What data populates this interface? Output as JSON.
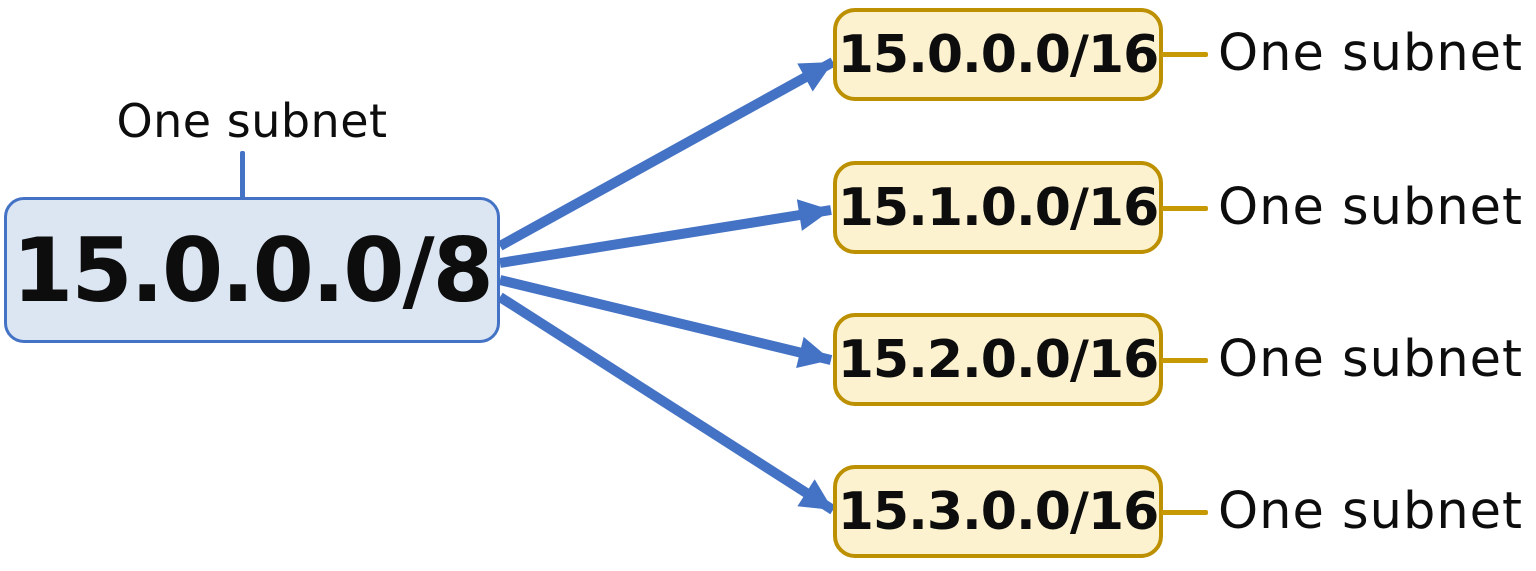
{
  "diagram": {
    "source": {
      "label": "15.0.0.0/8",
      "annotation": "One subnet"
    },
    "subnets": [
      {
        "label": "15.0.0.0/16",
        "annotation": "One subnet"
      },
      {
        "label": "15.1.0.0/16",
        "annotation": "One subnet"
      },
      {
        "label": "15.2.0.0/16",
        "annotation": "One subnet"
      },
      {
        "label": "15.3.0.0/16",
        "annotation": "One subnet"
      }
    ],
    "colors": {
      "arrow_blue": "#4472C4",
      "source_fill": "#DCE6F3",
      "source_border": "#4472C4",
      "subnet_fill": "#FCF2D0",
      "subnet_border": "#BC9000",
      "connector_gold": "#C79A05",
      "text": "#0D0D0D",
      "background": "#FFFFFF"
    }
  }
}
